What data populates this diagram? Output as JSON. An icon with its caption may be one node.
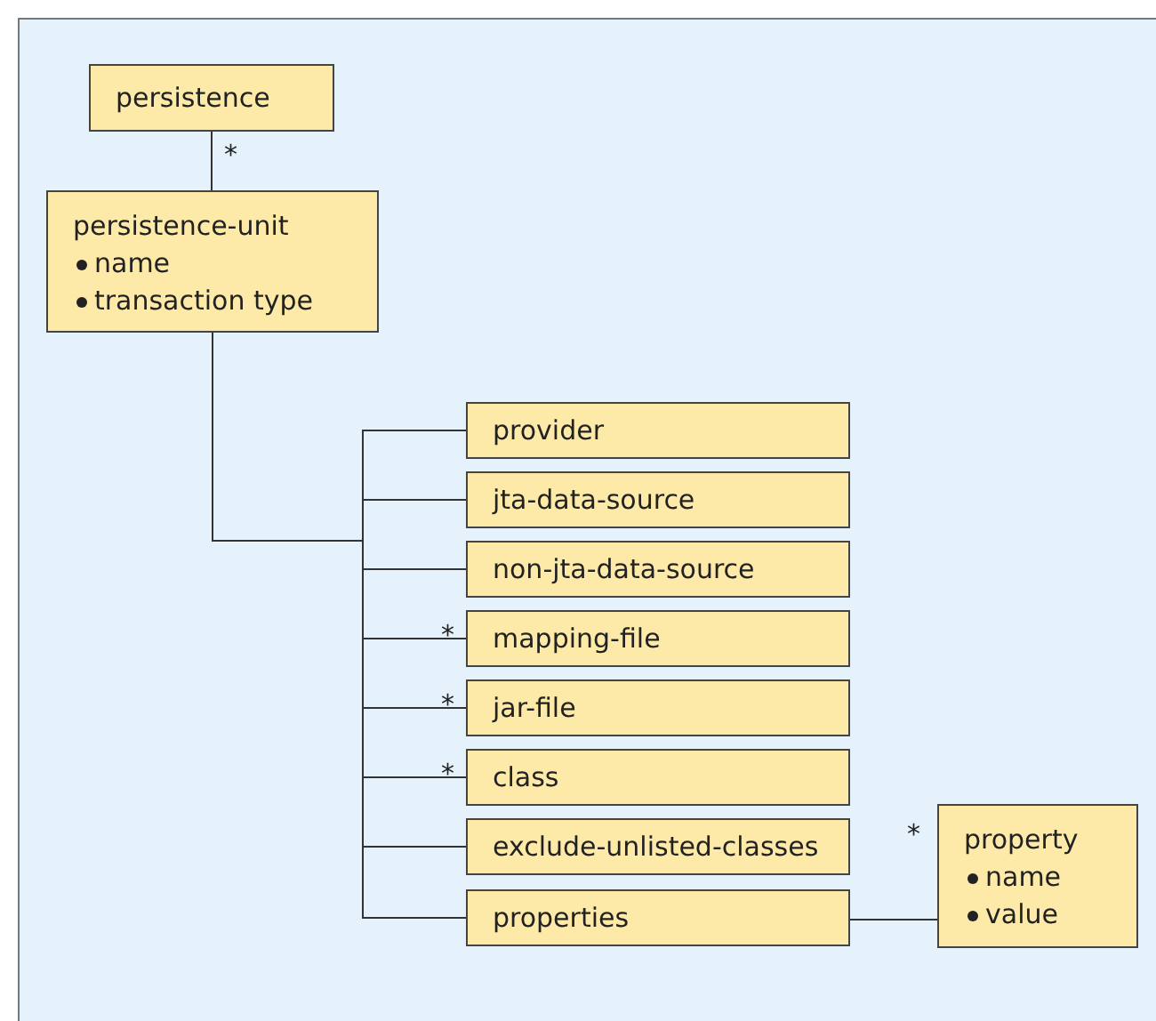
{
  "diagram": {
    "nodes": [
      {
        "text": [
          "persistence"
        ]
      },
      {
        "text": [
          "persistence-unit",
          "name",
          "transaction type"
        ]
      },
      {
        "text": [
          "provider"
        ]
      },
      {
        "text": [
          "jta-data-source"
        ]
      },
      {
        "text": [
          "non-jta-data-source"
        ]
      },
      {
        "text": [
          "mapping-file"
        ]
      },
      {
        "text": [
          "jar-file"
        ]
      },
      {
        "text": [
          "class"
        ]
      },
      {
        "text": [
          "exclude-unlisted-classes"
        ]
      },
      {
        "text": [
          "properties"
        ]
      },
      {
        "text": [
          "property",
          "name",
          "value"
        ]
      }
    ],
    "edges": [
      {
        "from": 0,
        "to": 1,
        "arrow": "none",
        "label": "*"
      },
      {
        "from": 1,
        "to": 2,
        "arrow": "none"
      },
      {
        "from": 1,
        "to": 3,
        "arrow": "none"
      },
      {
        "from": 1,
        "to": 4,
        "arrow": "none"
      },
      {
        "from": 1,
        "to": 5,
        "arrow": "none",
        "label": "*"
      },
      {
        "from": 1,
        "to": 6,
        "arrow": "none",
        "label": "*"
      },
      {
        "from": 1,
        "to": 7,
        "arrow": "none",
        "label": "*"
      },
      {
        "from": 1,
        "to": 8,
        "arrow": "none"
      },
      {
        "from": 1,
        "to": 9,
        "arrow": "none"
      },
      {
        "from": 9,
        "to": 10,
        "arrow": "none",
        "label": "*"
      }
    ]
  }
}
